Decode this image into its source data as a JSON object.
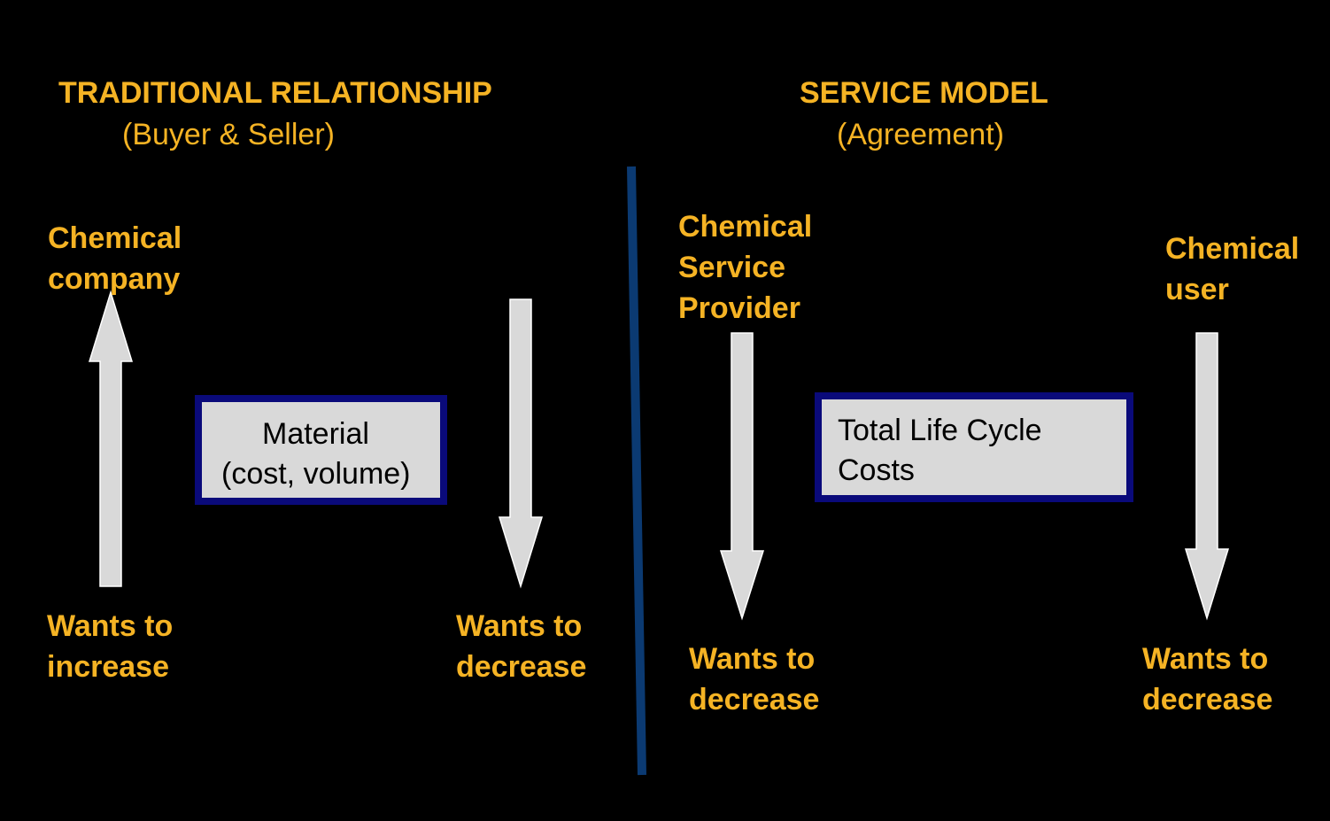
{
  "left": {
    "title": "TRADITIONAL RELATIONSHIP",
    "subtitle": "(Buyer & Seller)",
    "actor_lines": [
      "Chemical",
      "company"
    ],
    "box_lines": [
      "Material",
      "(cost, volume)"
    ],
    "increase_lines": [
      "Wants to",
      "increase"
    ],
    "decrease_lines": [
      "Wants to",
      "decrease"
    ]
  },
  "right": {
    "title": "SERVICE MODEL",
    "subtitle": "(Agreement)",
    "provider_lines": [
      "Chemical",
      "Service",
      "Provider"
    ],
    "user_lines": [
      "Chemical",
      "user"
    ],
    "box_lines": [
      "Total Life Cycle",
      "Costs"
    ],
    "provider_decrease_lines": [
      "Wants to",
      "decrease"
    ],
    "user_decrease_lines": [
      "Wants to",
      "decrease"
    ]
  },
  "colors": {
    "background": "#000000",
    "label": "#f5b324",
    "arrow_fill": "#d9d9d9",
    "box_border": "#0a0a7a",
    "divider": "#0b3a72"
  }
}
